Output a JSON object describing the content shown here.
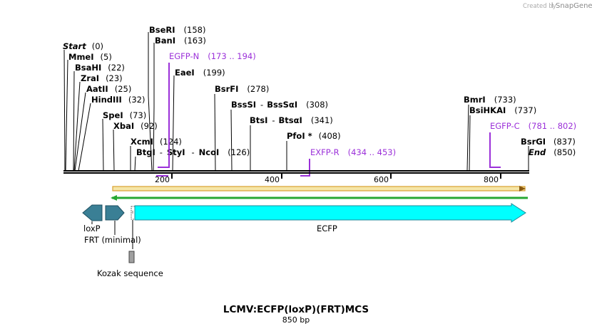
{
  "credit": {
    "prefix": "Created by",
    "brand": "SnapGene"
  },
  "title": "LCMV:ECFP(loxP)(FRT)MCS",
  "subtitle": "850 bp",
  "ruler": {
    "ticks": [
      "200",
      "400",
      "600",
      "800"
    ]
  },
  "sites": [
    {
      "name": "Start",
      "pos": "(0)"
    },
    {
      "name": "MmeI",
      "pos": "(5)"
    },
    {
      "name": "BsaHI",
      "pos": "(22)"
    },
    {
      "name": "ZraI",
      "pos": "(23)"
    },
    {
      "name": "AatII",
      "pos": "(25)"
    },
    {
      "name": "HindIII",
      "pos": "(32)"
    },
    {
      "name": "SpeI",
      "pos": "(73)"
    },
    {
      "name": "XbaI",
      "pos": "(92)"
    },
    {
      "name": "XcmI",
      "pos": "(124)"
    },
    {
      "name": "BtgI",
      "sep1": "-",
      "name2": "StyI",
      "sep2": "-",
      "name3": "NcoI",
      "pos": "(126)"
    },
    {
      "name": "BseRI",
      "pos": "(158)"
    },
    {
      "name": "BanI",
      "pos": "(163)"
    },
    {
      "name": "EaeI",
      "pos": "(199)"
    },
    {
      "name": "BsrFI",
      "pos": "(278)"
    },
    {
      "name": "BssSI",
      "sep1": "-",
      "name2": "BssSαI",
      "pos": "(308)"
    },
    {
      "name": "BtsI",
      "sep1": "-",
      "name2": "BtsαI",
      "pos": "(341)"
    },
    {
      "name": "PfoI *",
      "pos": "(408)"
    },
    {
      "name": "BmrI",
      "pos": "(733)"
    },
    {
      "name": "BsiHKAI",
      "pos": "(737)"
    },
    {
      "name": "BsrGI",
      "pos": "(837)"
    },
    {
      "name": "End",
      "pos": "(850)"
    }
  ],
  "primers": [
    {
      "name": "EGFP-N",
      "range": "(173 .. 194)"
    },
    {
      "name": "EXFP-R",
      "range": "(434 .. 453)"
    },
    {
      "name": "EGFP-C",
      "range": "(781 .. 802)"
    }
  ],
  "features": {
    "loxp": "loxP",
    "frt": "FRT (minimal)",
    "ecfp": "ECFP",
    "kozak": "Kozak sequence"
  },
  "colors": {
    "primer": "#9b30d9",
    "ecfp": "#00ffff",
    "loxp": "#3a7f95",
    "orf_fill": "#f5e6a8",
    "orf_border": "#d9a030",
    "orf_line": "#27a833"
  }
}
